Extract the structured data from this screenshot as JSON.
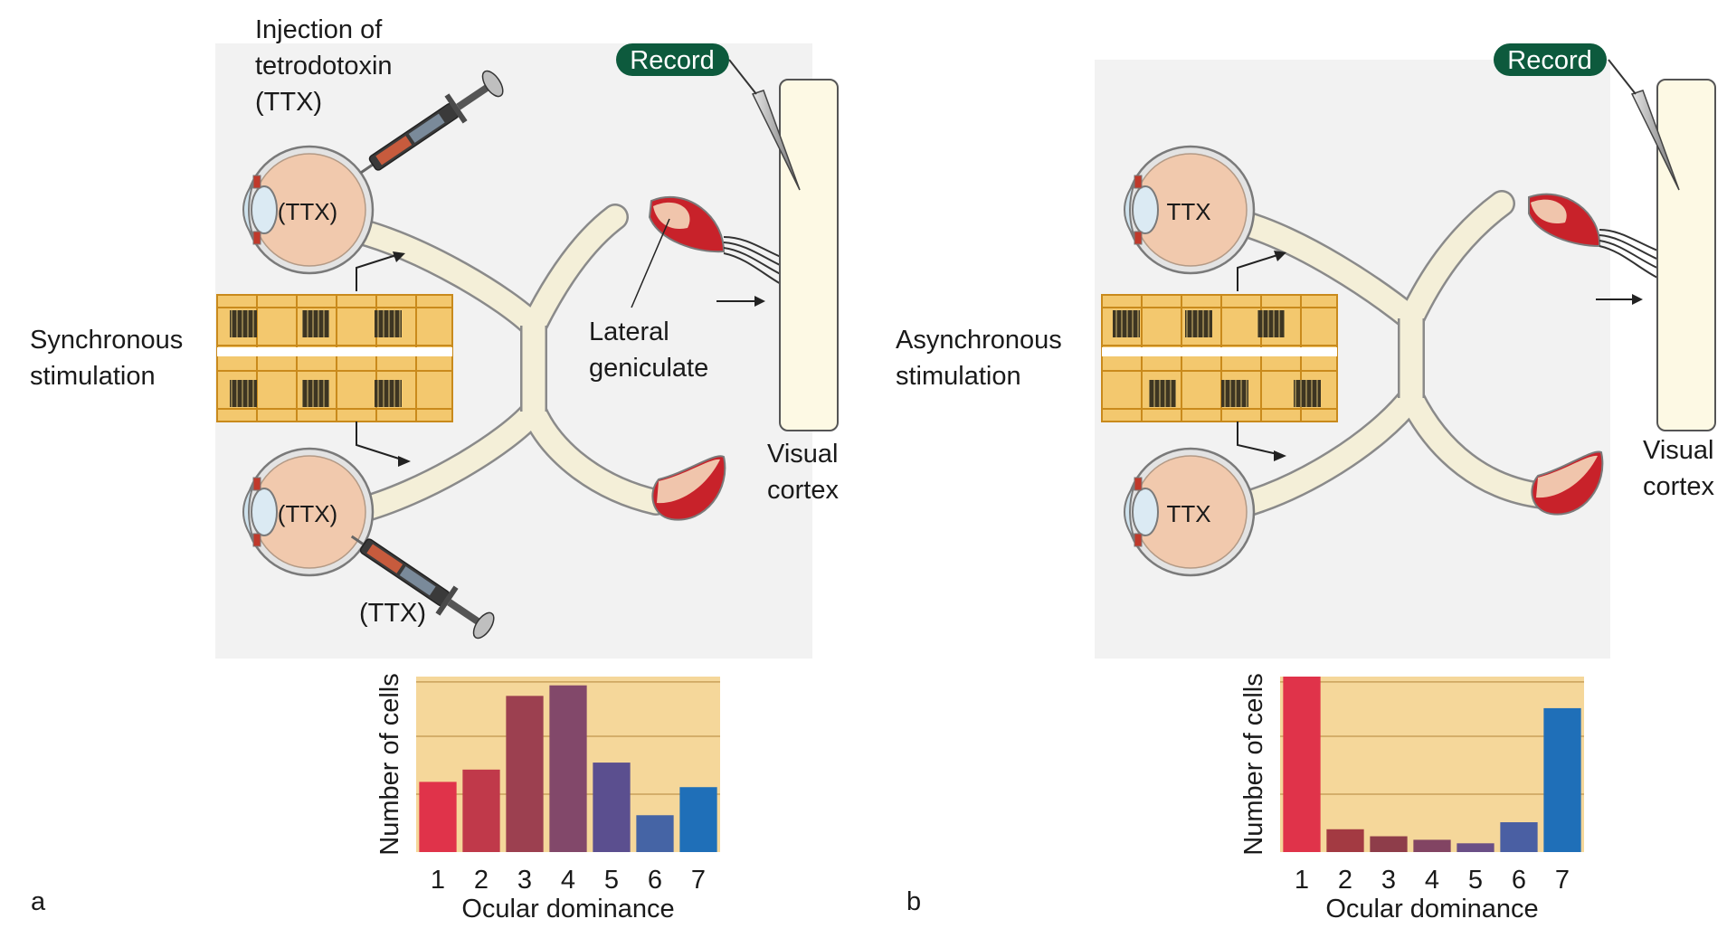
{
  "colors": {
    "panel_bg": "#f2f2f2",
    "eye_fill": "#f1c9ad",
    "eye_rim": "#8a8a8a",
    "nerve_fill": "#f4efd8",
    "lgn_red": "#c8222a",
    "lgn_tan": "#f0c5ac",
    "cortex_fill": "#fdf9e4",
    "record_green": "#0d5a3d",
    "grid_yellow": "#f3c86e",
    "chart_bg": "#f5d79a",
    "left_eye_color": "#e0334a",
    "right_eye_color": "#1f6fb8"
  },
  "icons": [
    "syringe-icon",
    "electrode-icon",
    "arrow-icon"
  ],
  "panel_a": {
    "letter": "a",
    "injection_label": [
      "Injection of",
      "tetrodotoxin",
      "(TTX)"
    ],
    "ttx_eye_top": "(TTX)",
    "ttx_eye_bottom": "(TTX)",
    "ttx_syringe_bottom": "(TTX)",
    "stimulation_label": [
      "Synchronous",
      "stimulation"
    ],
    "lgn_label": [
      "Lateral",
      "geniculate"
    ],
    "cortex_label": [
      "Visual",
      "cortex"
    ],
    "record_label": "Record"
  },
  "panel_b": {
    "letter": "b",
    "ttx_eye_top": "TTX",
    "ttx_eye_bottom": "TTX",
    "stimulation_label": [
      "Asynchronous",
      "stimulation"
    ],
    "cortex_label": [
      "Visual",
      "cortex"
    ],
    "record_label": "Record"
  },
  "chart_data": [
    {
      "type": "bar",
      "panel": "a",
      "categories": [
        "1",
        "2",
        "3",
        "4",
        "5",
        "6",
        "7"
      ],
      "values": [
        40,
        47,
        89,
        95,
        51,
        21,
        37
      ],
      "bar_colors": [
        "#e0334a",
        "#c0394a",
        "#9c4050",
        "#82486a",
        "#5b4f8f",
        "#4564a5",
        "#1f6fb8"
      ],
      "xlabel": "Ocular dominance",
      "ylabel": "Number of cells",
      "ylim": [
        0,
        100
      ],
      "gridlines": [
        33,
        66,
        97
      ],
      "grid": true
    },
    {
      "type": "bar",
      "panel": "b",
      "categories": [
        "1",
        "2",
        "3",
        "4",
        "5",
        "6",
        "7"
      ],
      "values": [
        100,
        13,
        9,
        7,
        5,
        17,
        82
      ],
      "bar_colors": [
        "#e0334a",
        "#a33a42",
        "#8e3d4a",
        "#824463",
        "#6a4f86",
        "#4a5fa3",
        "#1f6fb8"
      ],
      "xlabel": "Ocular dominance",
      "ylabel": "Number of cells",
      "ylim": [
        0,
        100
      ],
      "gridlines": [
        33,
        66,
        97
      ],
      "grid": true
    }
  ]
}
